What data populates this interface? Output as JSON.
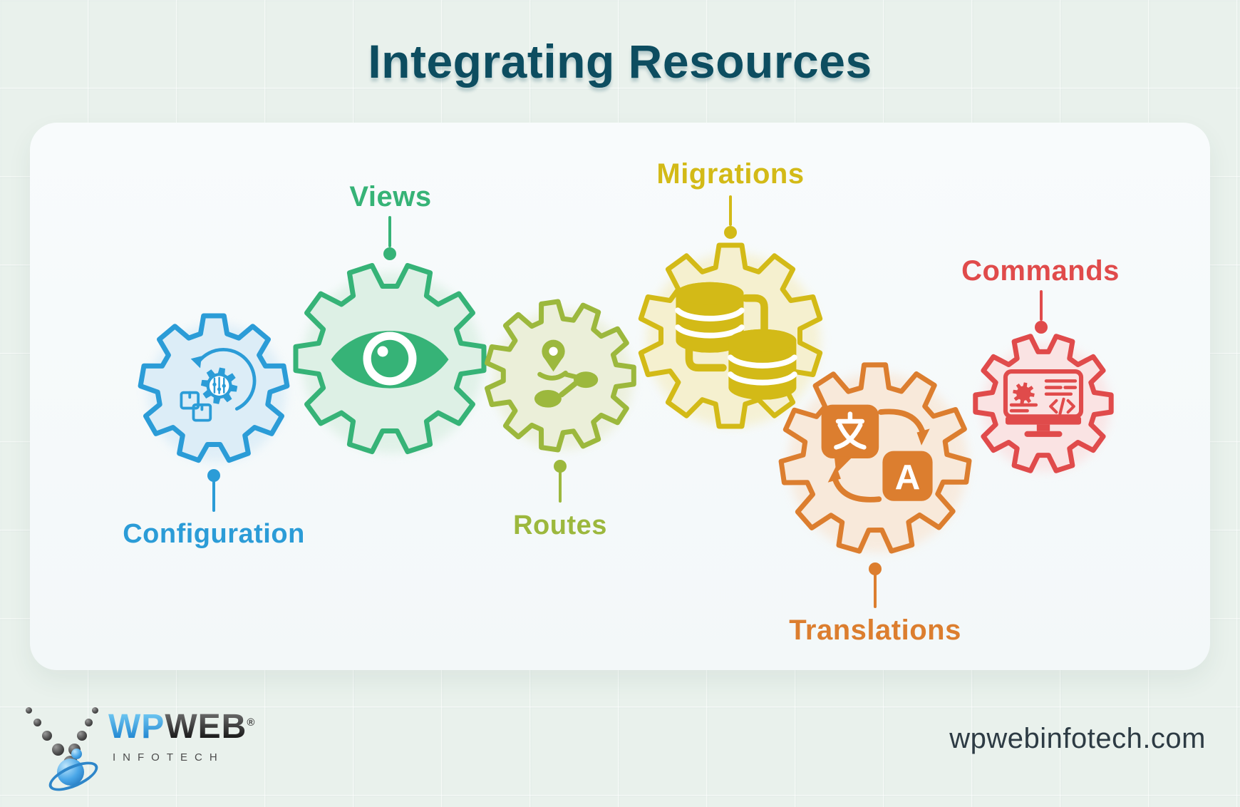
{
  "title": "Integrating Resources",
  "gears": [
    {
      "id": "configuration",
      "label": "Configuration",
      "color": "#2b9cd7",
      "fill": "#dcedf7",
      "icon": "settings-sync-icon"
    },
    {
      "id": "views",
      "label": "Views",
      "color": "#36b377",
      "fill": "#ddf0e5",
      "icon": "eye-icon"
    },
    {
      "id": "routes",
      "label": "Routes",
      "color": "#9cb83d",
      "fill": "#ebefd9",
      "icon": "route-pin-icon"
    },
    {
      "id": "migrations",
      "label": "Migrations",
      "color": "#d3ba17",
      "fill": "#f5f0cf",
      "icon": "database-migration-icon"
    },
    {
      "id": "translations",
      "label": "Translations",
      "color": "#dc7e2f",
      "fill": "#f8e9da",
      "icon": "translate-icon"
    },
    {
      "id": "commands",
      "label": "Commands",
      "color": "#e04b4b",
      "fill": "#fae3e3",
      "icon": "code-monitor-icon"
    }
  ],
  "footer": {
    "brand": {
      "prefix": "WP",
      "suffix": "WEB",
      "registered": "®",
      "subtitle": "INFOTECH"
    },
    "website": "wpwebinfotech.com"
  }
}
